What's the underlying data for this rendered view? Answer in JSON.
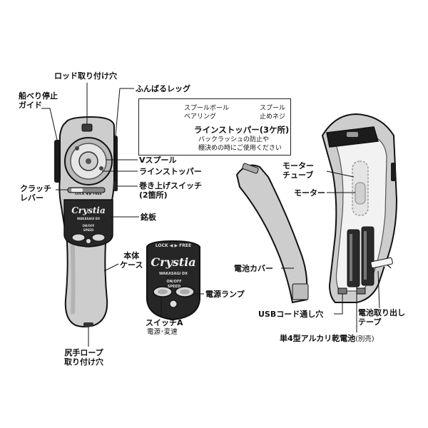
{
  "labels": {
    "rod_hole": "ロッド取り付け穴",
    "guide_stopper": "船べり停止\nガイド",
    "funbaru_leg": "ふんばるレッグ",
    "v_spool": "Vスプール",
    "line_stopper": "ラインストッパー",
    "clutch_lever": "クラッチ\nレバー",
    "winding_switch": "巻き上げスイッチ\n(2箇所)",
    "nameplate": "銘板",
    "body_case": "本体\nケース",
    "tail_rope_hole": "尻手ロープ\n取り付け穴",
    "power_lamp": "電源ランプ",
    "switch_a": "スイッチA",
    "switch_a_sub": "電源･変速",
    "motor_tube": "モーター\nチューブ",
    "motor": "モーター",
    "battery_cover": "電池カバー",
    "usb_hole": "USBコード通し穴",
    "battery_tape": "電池取り出し\nテープ",
    "aa_battery": "単4型アルカリ乾電池",
    "aa_battery_note": "(別売)"
  },
  "inset": {
    "spool_bearing": "スプールボール\nベアリング",
    "spool_screw": "スプール\n止めネジ",
    "line_stopper_3": "ラインストッパー(3ケ所)",
    "line_stopper_note": "バックラッシュの防止や\n棚決めの時にご使用ください"
  },
  "device": {
    "brand": "Crystia",
    "model": "WAKASAGI DX",
    "lock_free": "LOCK ◀ ▶ FREE",
    "on_off": "ON/OFF",
    "speed": "SPEED"
  },
  "colors": {
    "body": "#c9c9c9",
    "dark_panel": "#2a2a2a",
    "outline": "#111111"
  }
}
